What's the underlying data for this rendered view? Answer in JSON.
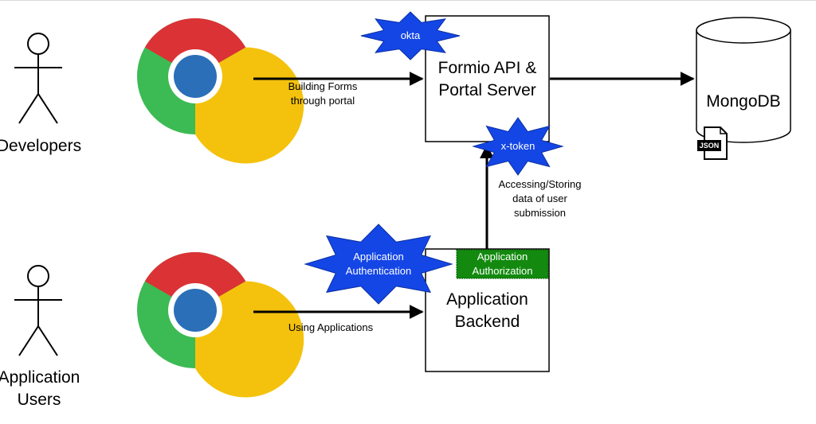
{
  "actors": {
    "developers": {
      "label": "Developers"
    },
    "app_users": {
      "label_line1": "Application",
      "label_line2": "Users"
    }
  },
  "nodes": {
    "formio": {
      "line1": "Formio API &",
      "line2": "Portal Server"
    },
    "backend": {
      "line1": "Application",
      "line2": "Backend"
    },
    "mongodb": {
      "label": "MongoDB",
      "badge": "JSON"
    }
  },
  "edges": {
    "building_forms": {
      "line1": "Building Forms",
      "line2": "through portal"
    },
    "using_apps": {
      "label": "Using Applications"
    },
    "accessing": {
      "line1": "Accessing/Storing",
      "line2": "data of user",
      "line3": "submission"
    }
  },
  "badges": {
    "okta": "okta",
    "xtoken": "x-token",
    "app_auth": {
      "line1": "Application",
      "line2": "Authentication"
    },
    "app_authz": {
      "line1": "Application",
      "line2": "Authorization"
    }
  },
  "colors": {
    "starburst": "#1446e6",
    "authz_fill": "#138a0f",
    "chrome_red": "#db3236",
    "chrome_green": "#3cba54",
    "chrome_yellow": "#f4c20d",
    "chrome_blue": "#2a6fb8"
  }
}
